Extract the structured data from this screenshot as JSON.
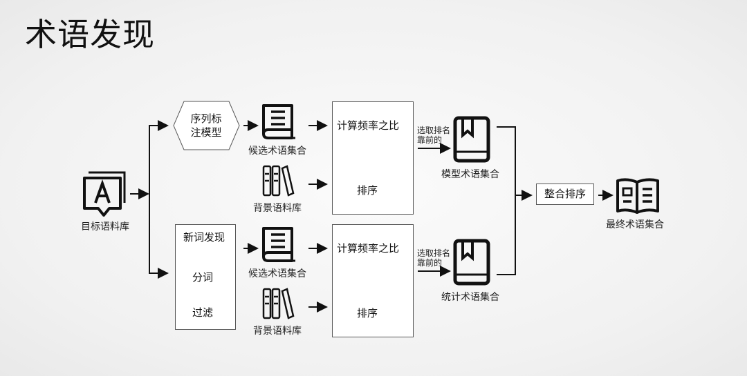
{
  "title": "术语发现",
  "source": {
    "label": "目标语料库"
  },
  "top_branch": {
    "model": {
      "line1": "序列标",
      "line2": "注模型"
    },
    "candidate_label": "候选术语集合",
    "background_label": "背景语料库",
    "process": {
      "ratio": "计算频率之比",
      "sort": "排序"
    },
    "select": {
      "line1": "选取排名",
      "line2": "靠前的"
    },
    "result_label": "模型术语集合"
  },
  "bottom_branch": {
    "steps": [
      "新词发现",
      "分词",
      "过滤"
    ],
    "candidate_label": "候选术语集合",
    "background_label": "背景语料库",
    "process": {
      "ratio": "计算频率之比",
      "sort": "排序"
    },
    "select": {
      "line1": "选取排名",
      "line2": "靠前的"
    },
    "result_label": "统计术语集合"
  },
  "merge": {
    "label": "整合排序"
  },
  "final": {
    "label": "最终术语集合"
  }
}
